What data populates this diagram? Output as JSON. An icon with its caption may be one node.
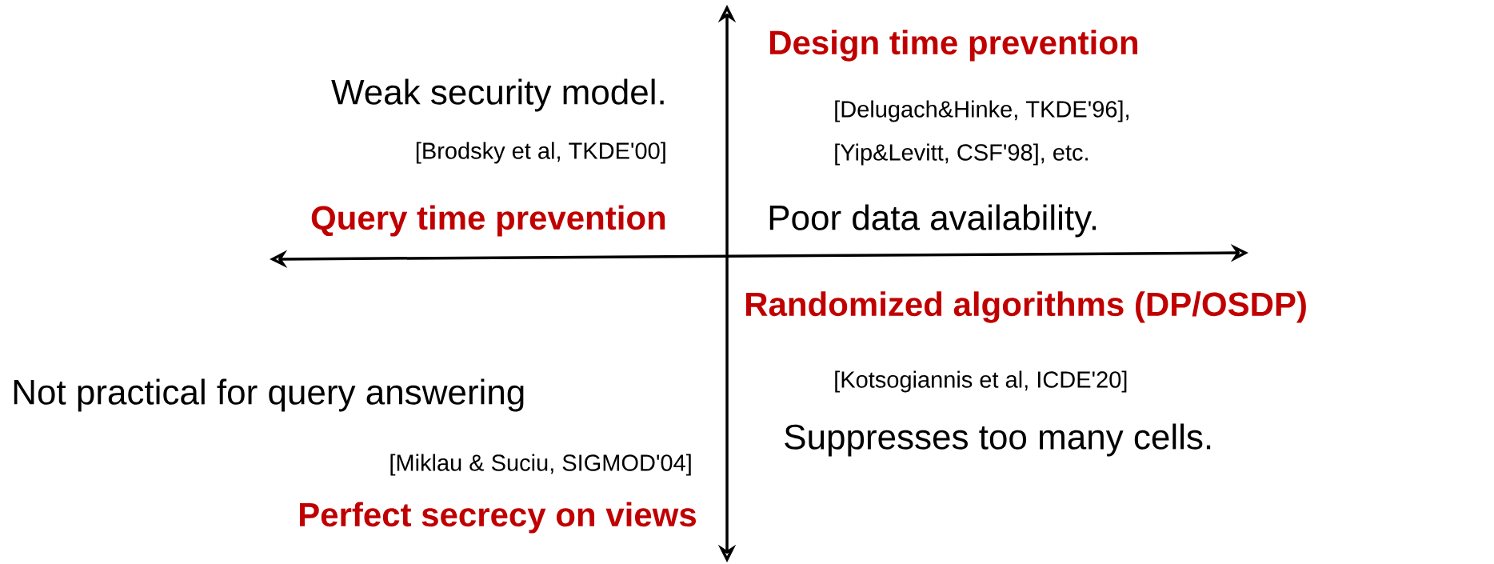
{
  "diagram": {
    "labels": [
      "Design time prevention",
      "Weak security model.",
      "[Delugach&Hinke, TKDE'96],",
      "[Brodsky et al, TKDE'00]",
      "[Yip&Levitt, CSF'98], etc.",
      "Query time prevention",
      "Poor data availability.",
      "Randomized algorithms (DP/OSDP)",
      "[Kotsogiannis et al, ICDE'20]",
      "Not practical for query answering",
      "Suppresses too many cells.",
      "[Miklau & Suciu, SIGMOD'04]",
      "Perfect secrecy on views"
    ]
  }
}
